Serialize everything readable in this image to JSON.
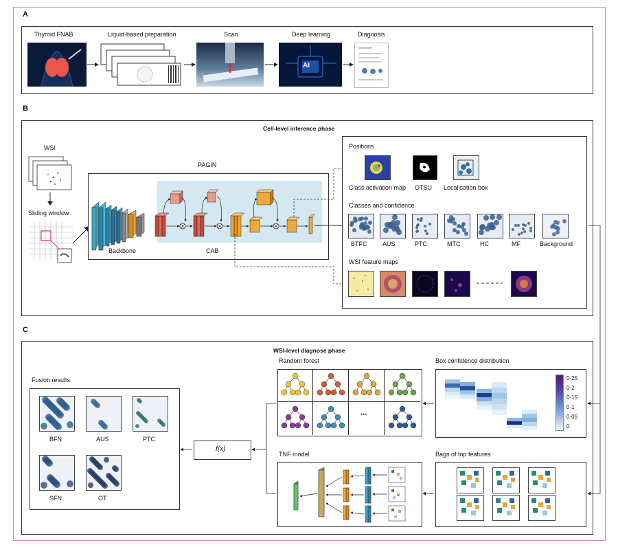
{
  "sections": {
    "a": "A",
    "b": "B",
    "c": "C"
  },
  "panel_a": {
    "steps": [
      "Thyroid FNAB",
      "Liquid-based preparation",
      "Scan",
      "Deep learning",
      "Diagnosis"
    ],
    "ai_badge": "AI"
  },
  "panel_b": {
    "title": "Cell-level inference phase",
    "wsi": "WSI",
    "sliding_window": "Sliding window",
    "pagin": "PAGIN",
    "backbone": "Backbone",
    "cab": "CAB",
    "positions": {
      "title": "Positions",
      "items": [
        "Class activation map",
        "OTSU",
        "Localisation box"
      ]
    },
    "classes": {
      "title": "Classes and confidence",
      "items": [
        "BTFC",
        "AUS",
        "PTC",
        "MTC",
        "HC",
        "MF",
        "Background"
      ]
    },
    "feature_maps": {
      "title": "WSI feature maps"
    }
  },
  "panel_c": {
    "title": "WSI-level diagnose phase",
    "random_forest": "Random forest",
    "box_conf": "Box confidence distribution",
    "colorbar_ticks": [
      "0·25",
      "0·2",
      "0·15",
      "0·1",
      "0·05",
      "0"
    ],
    "bags": "Bags of top features",
    "tnf": "TNF model",
    "fx": "f(x)",
    "fusion": {
      "title": "Fusion results",
      "items": [
        "BFN",
        "AUS",
        "PTC",
        "SFN",
        "OT"
      ]
    },
    "tree_colors": [
      "#e8c93a",
      "#d9573a",
      "#e0a93a",
      "#6aa64a",
      "#8a3f8f",
      "#3f8fb8",
      "",
      "#2f5a9a"
    ],
    "ellipsis": "•••"
  },
  "colors": {
    "frame": "#d98aa0",
    "blue_cell": "#2f6f9f",
    "purple": "#6a2a8a"
  }
}
